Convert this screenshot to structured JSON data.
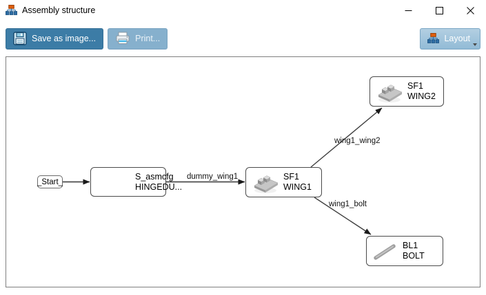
{
  "window": {
    "title": "Assembly structure",
    "app_icon": "hierarchy-icon",
    "controls": [
      {
        "name": "minimize",
        "glyph": "—"
      },
      {
        "name": "maximize",
        "glyph": "□"
      },
      {
        "name": "close",
        "glyph": "✕"
      }
    ]
  },
  "toolbar": {
    "save_button": {
      "label": "Save as image...",
      "icon": "floppy-disk-icon"
    },
    "print_button": {
      "label": "Print...",
      "icon": "printer-icon"
    },
    "layout_button": {
      "label": "Layout",
      "icon": "hierarchy-icon",
      "has_dropdown": true
    }
  },
  "diagram": {
    "nodes": [
      {
        "id": "start",
        "label": "_Start_",
        "icon": null
      },
      {
        "id": "asmcfg",
        "line1": "S_asmcfg",
        "line2": "HINGEDU...",
        "icon": null
      },
      {
        "id": "wing1",
        "line1": "SF1",
        "line2": "WING1",
        "icon": "hinge-part-icon"
      },
      {
        "id": "wing2",
        "line1": "SF1",
        "line2": "WING2",
        "icon": "hinge-part-icon"
      },
      {
        "id": "bolt",
        "line1": "BL1",
        "line2": "BOLT",
        "icon": "bolt-part-icon"
      }
    ],
    "edges": [
      {
        "from": "start",
        "to": "asmcfg",
        "label": ""
      },
      {
        "from": "asmcfg",
        "to": "wing1",
        "label": "dummy_wing1"
      },
      {
        "from": "wing1",
        "to": "wing2",
        "label": "wing1_wing2"
      },
      {
        "from": "wing1",
        "to": "bolt",
        "label": "wing1_bolt"
      }
    ]
  },
  "colors": {
    "save_button_bg": "#3c7ca6",
    "print_button_bg": "#86b0cd",
    "layout_button_bg": "#92bbd6",
    "canvas_border": "#7f7f7f",
    "node_border": "#4a4a4a",
    "edge_line": "#3f3f3f",
    "org_icon_orange": "#e2600f",
    "org_icon_blue": "#2f6ea6"
  }
}
